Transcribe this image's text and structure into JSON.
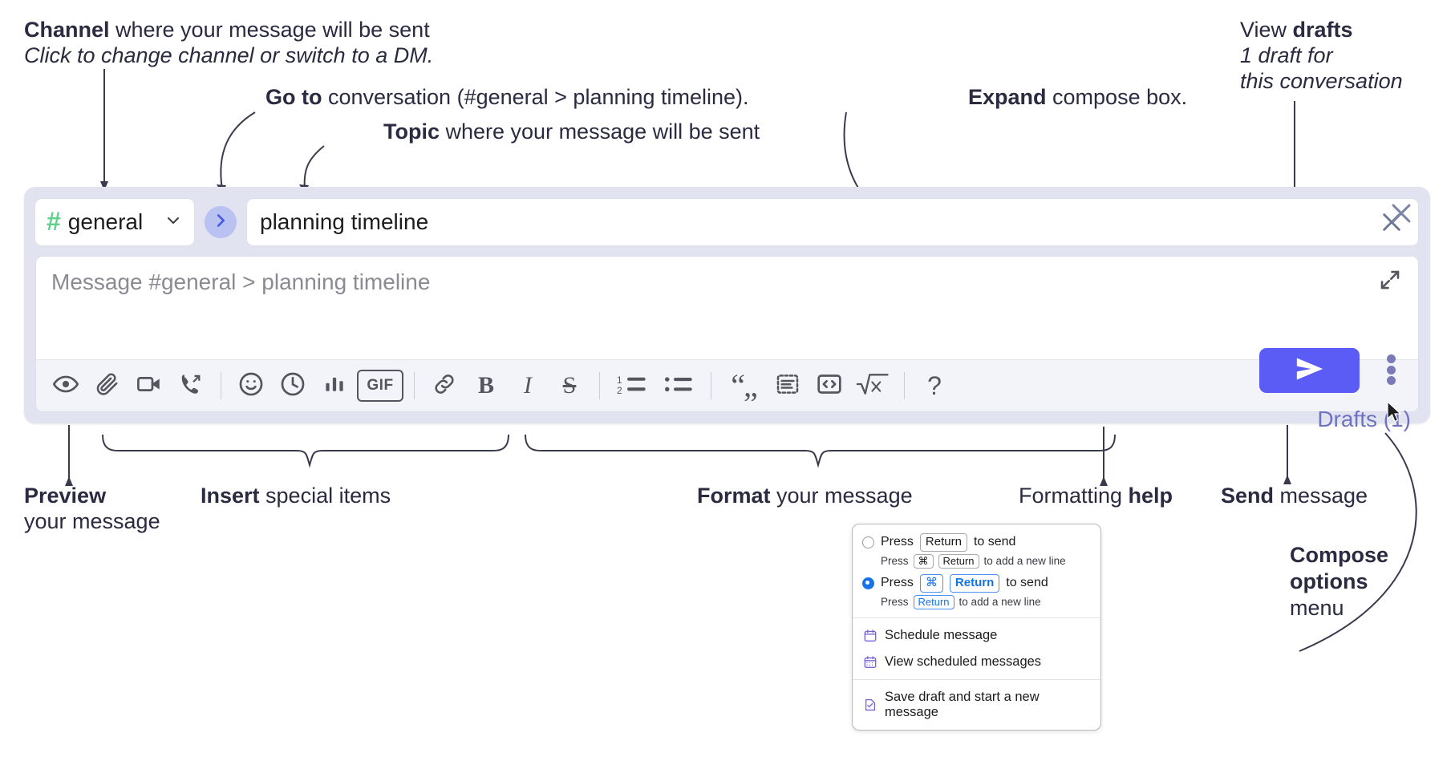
{
  "annotations": {
    "channel": {
      "bold": "Channel",
      "rest": " where your message will be sent",
      "italic": "Click to change channel or switch to a DM."
    },
    "goto": {
      "bold": "Go to",
      "rest": " conversation (#general > planning timeline)."
    },
    "topic": {
      "bold": "Topic",
      "rest": " where your message will be sent"
    },
    "expand": {
      "bold": "Expand",
      "rest": " compose box."
    },
    "drafts": {
      "plain": "View ",
      "bold": "drafts",
      "italic1": "1 draft for",
      "italic2": "this conversation"
    },
    "preview": {
      "bold": "Preview",
      "line2": "your message"
    },
    "insert": {
      "bold": "Insert",
      "rest": " special items"
    },
    "format": {
      "bold": "Format",
      "rest": " your message"
    },
    "help": {
      "plain": "Formatting ",
      "bold": "help"
    },
    "send": {
      "bold": "Send",
      "rest": " message"
    },
    "compose_options": {
      "bold1": "Compose",
      "bold2": "options",
      "rest": "menu"
    }
  },
  "compose": {
    "channel": {
      "hash": "#",
      "name": "general",
      "chevron_icon": "chevron-down-icon"
    },
    "goto_button": {
      "icon": "chevron-right-icon"
    },
    "topic": {
      "value": "planning timeline",
      "clear_icon": "close-icon"
    },
    "editor": {
      "placeholder": "Message #general > planning timeline",
      "expand_icon": "expand-icon"
    },
    "toolbar": [
      {
        "name": "preview-button",
        "icon": "eye-icon"
      },
      {
        "name": "attach-button",
        "icon": "paperclip-icon"
      },
      {
        "name": "video-button",
        "icon": "video-camera-icon"
      },
      {
        "name": "huddle-button",
        "icon": "phone-forward-icon"
      },
      {
        "name": "separator-1",
        "icon": "separator"
      },
      {
        "name": "emoji-button",
        "icon": "smiley-icon"
      },
      {
        "name": "reminder-button",
        "icon": "clock-icon"
      },
      {
        "name": "poll-button",
        "icon": "bar-chart-icon"
      },
      {
        "name": "gif-button",
        "icon": "gif-icon",
        "label": "GIF"
      },
      {
        "name": "separator-2",
        "icon": "separator"
      },
      {
        "name": "link-button",
        "icon": "link-icon"
      },
      {
        "name": "bold-button",
        "icon": "bold-icon",
        "label": "B"
      },
      {
        "name": "italic-button",
        "icon": "italic-icon",
        "label": "I"
      },
      {
        "name": "strikethrough-button",
        "icon": "strikethrough-icon",
        "label": "S"
      },
      {
        "name": "separator-3",
        "icon": "separator"
      },
      {
        "name": "ordered-list-button",
        "icon": "ordered-list-icon"
      },
      {
        "name": "bulleted-list-button",
        "icon": "bulleted-list-icon"
      },
      {
        "name": "separator-4",
        "icon": "separator"
      },
      {
        "name": "blockquote-button",
        "icon": "blockquote-icon"
      },
      {
        "name": "code-block-button",
        "icon": "code-block-icon"
      },
      {
        "name": "code-button",
        "icon": "code-inline-icon"
      },
      {
        "name": "math-button",
        "icon": "math-sqrt-icon"
      },
      {
        "name": "separator-5",
        "icon": "separator"
      },
      {
        "name": "formatting-help-button",
        "icon": "question-mark-icon",
        "label": "?"
      }
    ],
    "rail": {
      "close_icon": "close-icon",
      "drafts_label": "Drafts (1)",
      "send_icon": "send-paper-plane-icon",
      "kebab_icon": "more-vertical-icon"
    }
  },
  "menu": {
    "options": [
      {
        "selected": false,
        "press": "Press",
        "keys": [
          "Return"
        ],
        "tail": "to send",
        "sub_press": "Press",
        "sub_keys": [
          "⌘",
          "Return"
        ],
        "sub_tail": "to add a new line"
      },
      {
        "selected": true,
        "press": "Press",
        "keys": [
          "⌘",
          "Return"
        ],
        "tail": "to send",
        "sub_press": "Press",
        "sub_keys": [
          "Return"
        ],
        "sub_tail": "to add a new line"
      }
    ],
    "items": [
      {
        "label": "Schedule message",
        "icon": "calendar-icon"
      },
      {
        "label": "View scheduled messages",
        "icon": "calendar-grid-icon"
      },
      {
        "label": "Save draft and start a new message",
        "icon": "save-draft-icon"
      }
    ]
  },
  "colors": {
    "accent": "#5b5bf5",
    "panel": "#e1e3f1",
    "hash_green": "#5fd18c",
    "drafts_text": "#6f73bf",
    "goto_circle": "#b9c2f0",
    "radio_blue": "#1573e6"
  }
}
